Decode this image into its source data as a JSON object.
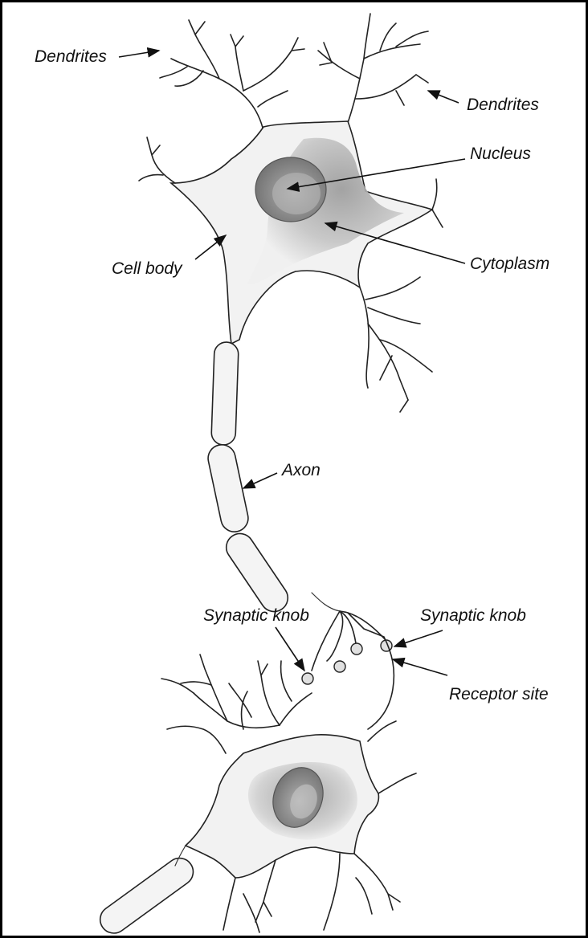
{
  "labels": {
    "dendrites_left": "Dendrites",
    "dendrites_right": "Dendrites",
    "nucleus": "Nucleus",
    "cell_body": "Cell body",
    "cytoplasm": "Cytoplasm",
    "axon": "Axon",
    "synaptic_knob_left": "Synaptic knob",
    "synaptic_knob_right": "Synaptic knob",
    "receptor_site": "Receptor site"
  },
  "colors": {
    "outline": "#222222",
    "cytoplasm_shade": "#a8a8a8",
    "nucleus": "#8c8c8c",
    "background": "#ffffff"
  }
}
